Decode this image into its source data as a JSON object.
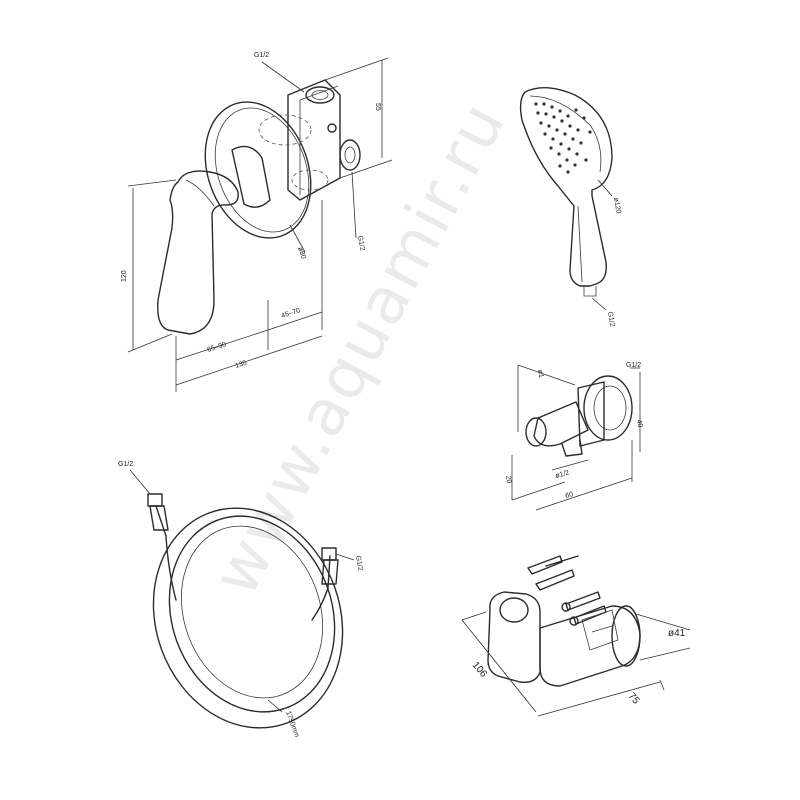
{
  "watermark": "www.aquamir.ru",
  "mixer": {
    "inlet_top": "G1/2",
    "outlet_side": "G1/2",
    "body_depth": "55",
    "height": "120",
    "diameter": "ø80",
    "length_total": "135",
    "lever_range": "65–90",
    "wall_range": "45–70"
  },
  "hand_shower": {
    "diameter": "ø120",
    "thread": "G1/2"
  },
  "wall_outlet": {
    "thread": "G1/2",
    "dim_top": "ø1",
    "dim_height": "40",
    "dim_left": "20",
    "dim_diameter": "ø1/2",
    "dim_width": "60"
  },
  "hose": {
    "end_left": "G1/2",
    "end_right": "G1/2",
    "length": "1750mm"
  },
  "holder": {
    "diameter": "ø41",
    "length": "106",
    "width": "75"
  }
}
